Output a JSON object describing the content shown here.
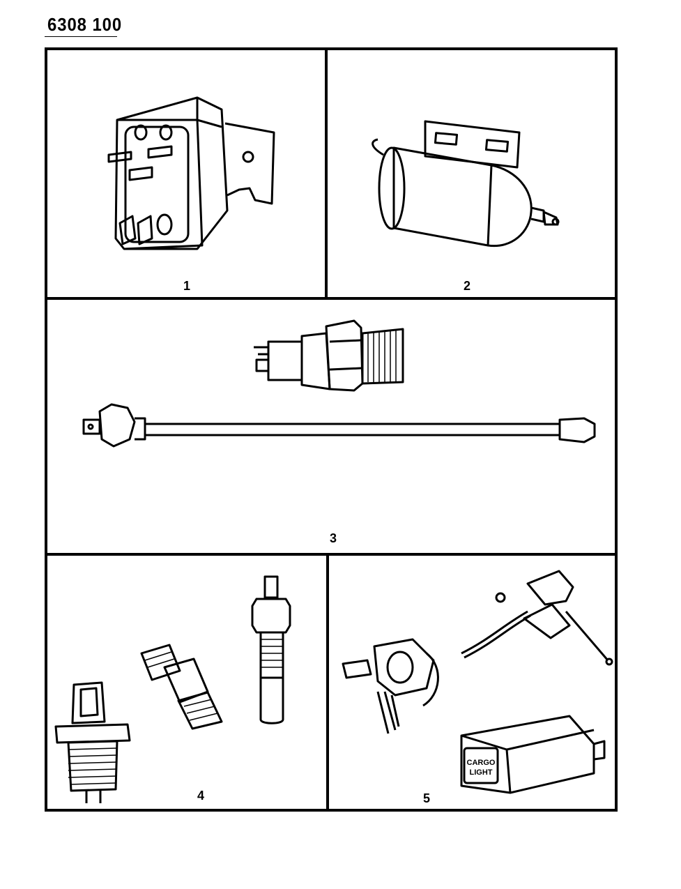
{
  "document": {
    "page_code": "6308 100"
  },
  "panels": [
    {
      "callout": "1",
      "part": "relay"
    },
    {
      "callout": "2",
      "part": "condenser"
    },
    {
      "callout": "3",
      "part": "switch-and-sender-with-tube"
    },
    {
      "callout": "4",
      "part": "temperature-sending-units"
    },
    {
      "callout": "5",
      "part": "switches-and-cargo-light-switch"
    }
  ],
  "labels": {
    "cargo_light_line1": "CARGO",
    "cargo_light_line2": "LIGHT"
  },
  "colors": {
    "ink": "#000000",
    "paper": "#ffffff"
  }
}
